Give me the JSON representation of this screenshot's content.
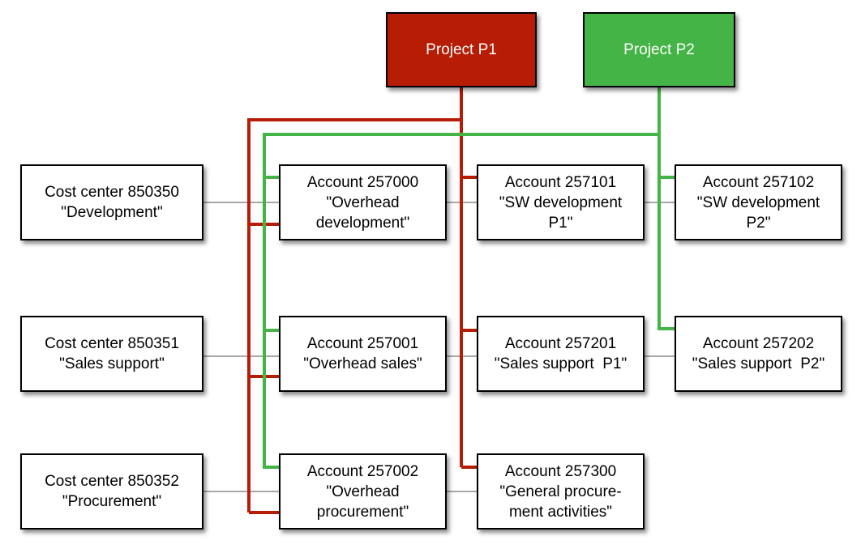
{
  "colors": {
    "project_p1": "#b71c05",
    "project_p2": "#44b446",
    "connector_gray": "#8a8a8a"
  },
  "projects": {
    "p1": {
      "label": "Project P1"
    },
    "p2": {
      "label": "Project P2"
    }
  },
  "cost_centers": {
    "cc_850350": {
      "line1": "Cost center 850350",
      "line2": "\"Development\""
    },
    "cc_850351": {
      "line1": "Cost center 850351",
      "line2": "\"Sales support\""
    },
    "cc_850352": {
      "line1": "Cost center 850352",
      "line2": "\"Procurement\""
    }
  },
  "accounts": {
    "a257000": {
      "line1": "Account 257000",
      "line2": "\"Overhead",
      "line3": "development\""
    },
    "a257001": {
      "line1": "Account 257001",
      "line2": "\"Overhead sales\""
    },
    "a257002": {
      "line1": "Account 257002",
      "line2": "\"Overhead",
      "line3": "procurement\""
    },
    "a257101": {
      "line1": "Account 257101",
      "line2": "\"SW development",
      "line3": "P1\""
    },
    "a257201": {
      "line1": "Account 257201",
      "line2": "\"Sales support  P1\""
    },
    "a257300": {
      "line1": "Account 257300",
      "line2": "\"General procure-",
      "line3": "ment activities\""
    },
    "a257102": {
      "line1": "Account 257102",
      "line2": "\"SW development",
      "line3": "P2\""
    },
    "a257202": {
      "line1": "Account 257202",
      "line2": "\"Sales support  P2\""
    }
  }
}
